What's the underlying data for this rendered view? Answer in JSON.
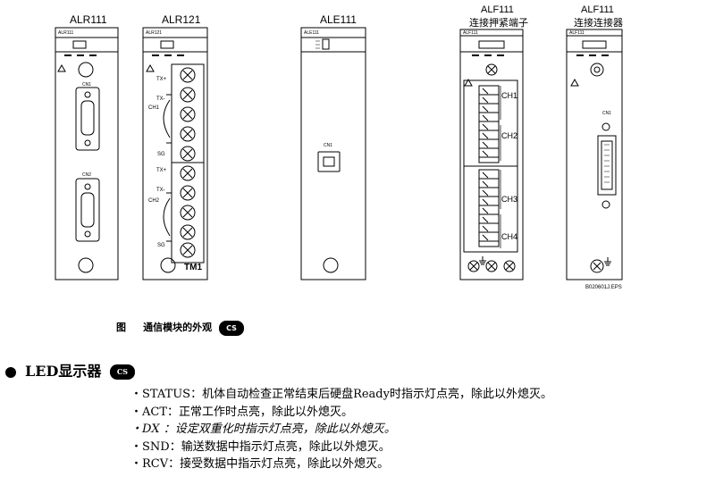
{
  "modules": {
    "alr111": {
      "title": "ALR111",
      "tag": "ALR111",
      "cn1": "CN1",
      "cn2": "CN2"
    },
    "alr121": {
      "title": "ALR121",
      "tag": "ALR121",
      "tx_plus": "TX+",
      "tx_minus": "TX-",
      "ch1": "CH1",
      "ch2": "CH2",
      "sg": "SG",
      "tm1": "TM1"
    },
    "ale111": {
      "title": "ALE111",
      "tag": "ALE111",
      "cn1": "CN1"
    },
    "alf111a": {
      "title": "ALF111",
      "subtitle": "连接押紧端子",
      "tag": "ALF111",
      "ch1": "CH1",
      "ch2": "CH2",
      "ch3": "CH3",
      "ch4": "CH4"
    },
    "alf111b": {
      "title": "ALF111",
      "subtitle": "连接连接器",
      "tag": "ALF111",
      "cn1": "CN1"
    }
  },
  "figure_file": "B020601J.EPS",
  "caption": {
    "label": "图",
    "text": "通信模块的外观",
    "badge": "CS"
  },
  "section": {
    "title": "LED显示器",
    "badge": "CS"
  },
  "items": [
    "・STATUS：机体自动检查正常结束后硬盘Ready时指示灯点亮，除此以外熄灭。",
    "・ACT：正常工作时点亮，除此以外熄灭。",
    "・DX ：设定双重化时指示灯点亮，除此以外熄灭。",
    "・SND：输送数据中指示灯点亮，除此以外熄灭。",
    "・RCV：接受数据中指示灯点亮，除此以外熄灭。"
  ]
}
